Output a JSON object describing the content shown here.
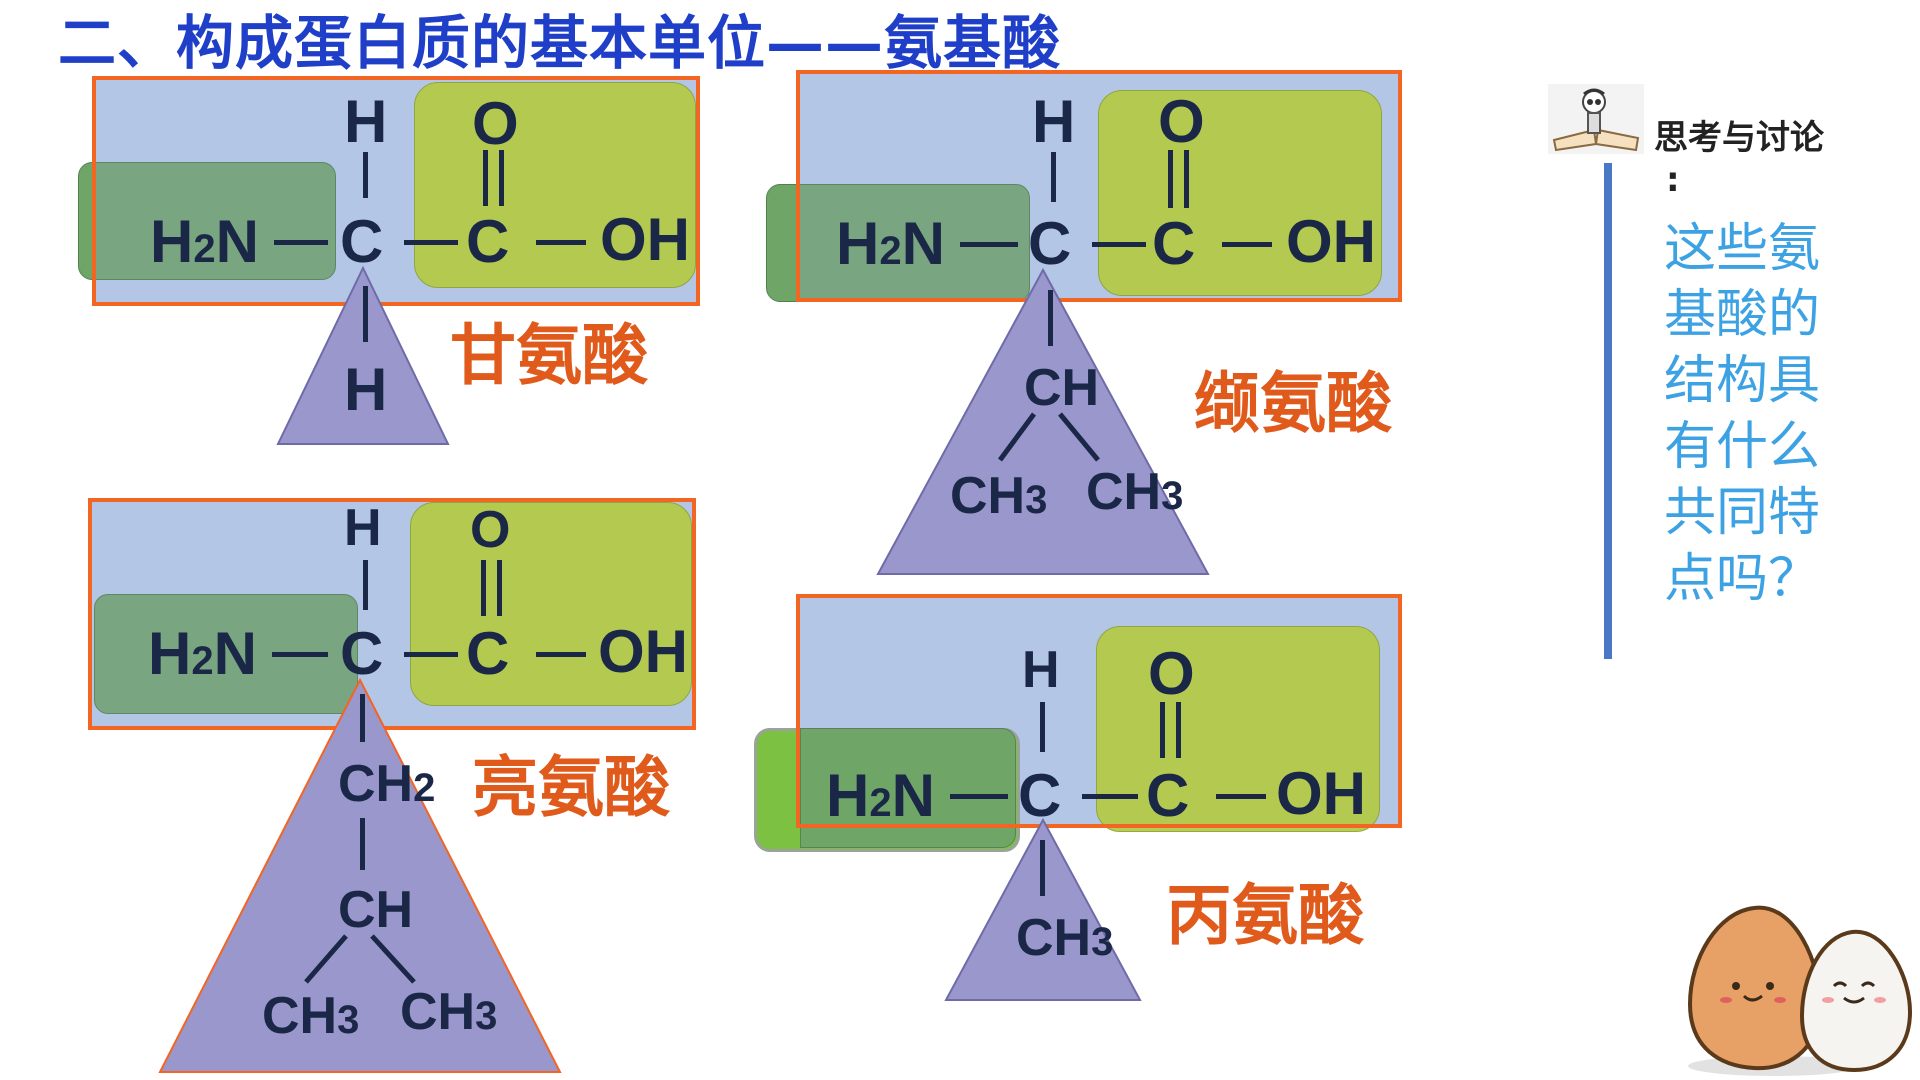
{
  "title": "二、构成蛋白质的基本单位——氨基酸",
  "formula": {
    "H": "H",
    "C": "C",
    "O": "O",
    "OH": "OH",
    "N": "N",
    "CH": "CH",
    "H2N_pre": "H",
    "sub2": "2",
    "CH3": "CH3",
    "sub3": "3",
    "CH2": "CH2"
  },
  "amino_acids": [
    {
      "name": "甘氨酸",
      "r_group": "H"
    },
    {
      "name": "缬氨酸",
      "r_group": "CH(CH3)2"
    },
    {
      "name": "亮氨酸",
      "r_group": "CH2CH(CH3)2"
    },
    {
      "name": "丙氨酸",
      "r_group": "CH3"
    }
  ],
  "discussion": {
    "label": "思考与讨论",
    "colon": ":",
    "question_lines": [
      "这些氨",
      "基酸的",
      "结构具",
      "有什么",
      "共同特",
      "点吗？"
    ]
  },
  "colors": {
    "title": "#1f3fc9",
    "backbone_box": "#b4c6e6",
    "orange_border": "#f26522",
    "amino_group": "#6fa16f",
    "carboxyl_group": "#b5ca48",
    "r_group_triangle": "#9a97cc",
    "name": "#e05a1c",
    "question": "#3da2e3"
  }
}
